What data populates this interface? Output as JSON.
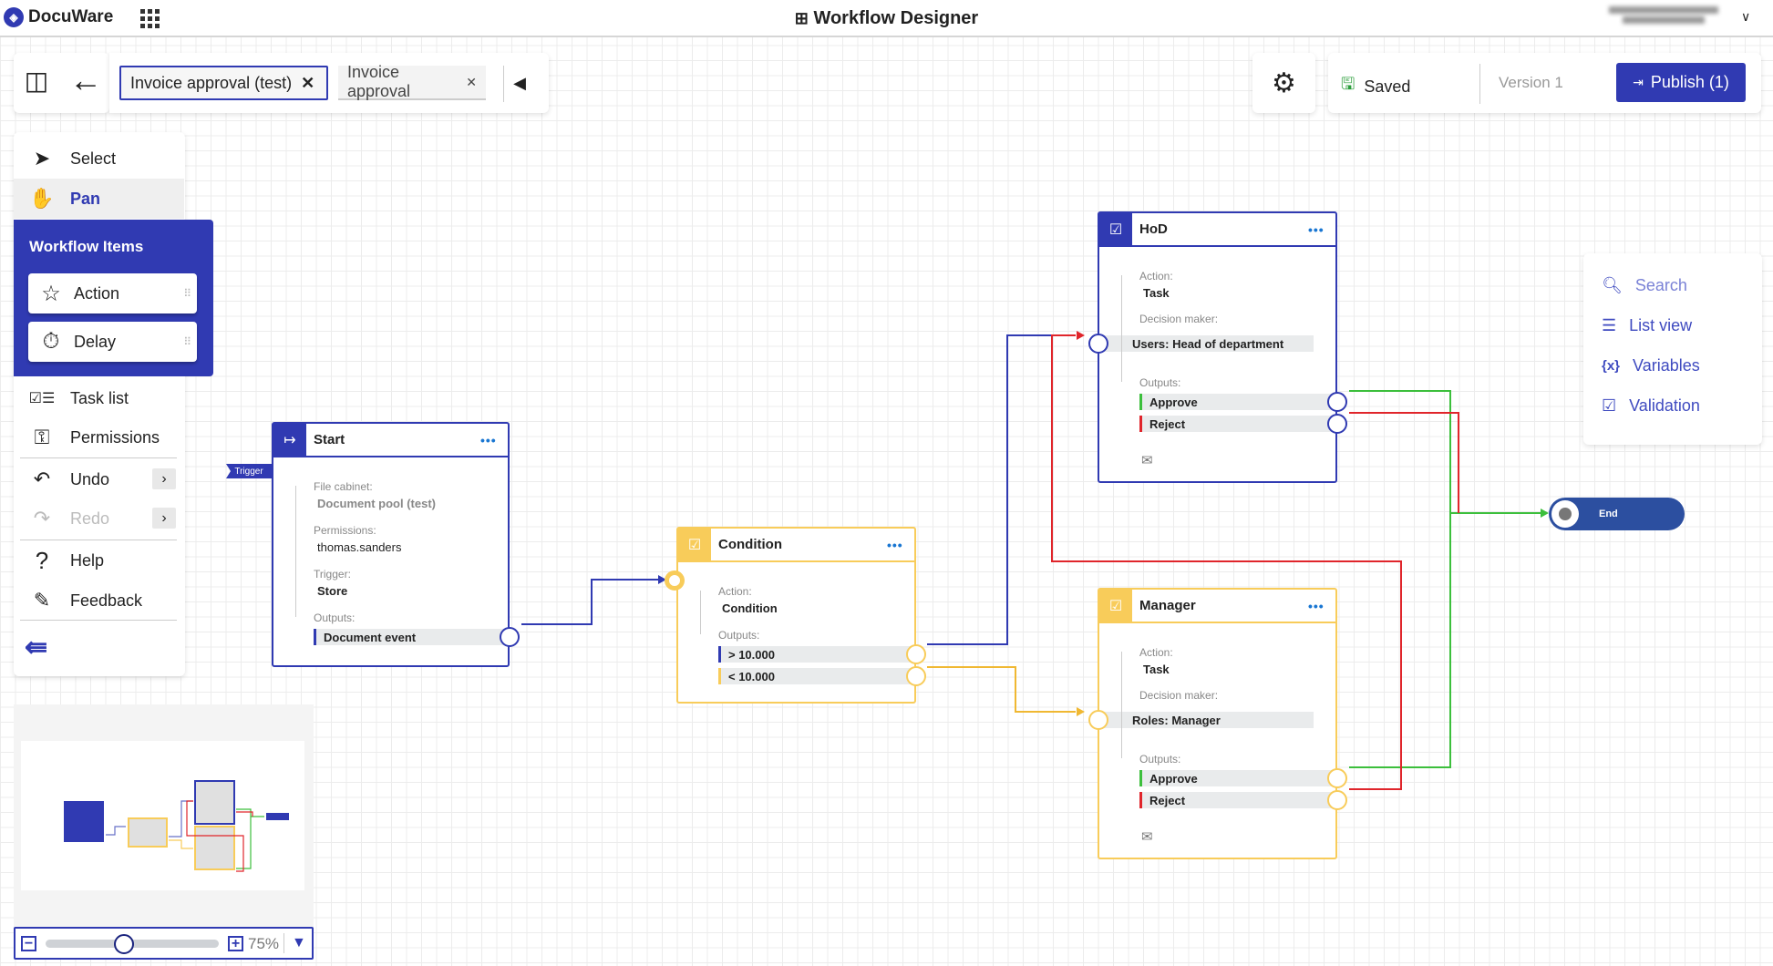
{
  "header": {
    "brand": "DocuWare",
    "title": "Workflow Designer"
  },
  "toolbar": {
    "tabs": [
      {
        "label": "Invoice approval (test)",
        "active": true
      },
      {
        "label": "Invoice approval",
        "active": false
      }
    ],
    "saved": "Saved",
    "version": "Version 1",
    "publish": "Publish (1)"
  },
  "left_menu": {
    "select": "Select",
    "pan": "Pan",
    "workflow_items_title": "Workflow Items",
    "workflow_items": [
      "Action",
      "Delay"
    ],
    "task_list": "Task list",
    "permissions": "Permissions",
    "undo": "Undo",
    "redo": "Redo",
    "help": "Help",
    "feedback": "Feedback"
  },
  "right_panel": {
    "items": [
      {
        "label": "Search",
        "icon": "search-icon"
      },
      {
        "label": "List view",
        "icon": "list-icon"
      },
      {
        "label": "Variables",
        "icon": "variables-icon"
      },
      {
        "label": "Validation",
        "icon": "validation-icon"
      }
    ]
  },
  "zoom": {
    "value": "75%",
    "level": 0.45
  },
  "colors": {
    "primary": "#303ab2",
    "condition": "#f8cc5a",
    "approve": "#3cbf3c",
    "reject": "#e0252b",
    "end": "#2c4fa0"
  },
  "trigger_tag": "Trigger",
  "end_node": "End",
  "nodes": {
    "start": {
      "title": "Start",
      "fields": [
        {
          "label": "File cabinet:",
          "value": "Document pool (test)"
        },
        {
          "label": "Permissions:",
          "value": "thomas.sanders"
        },
        {
          "label": "Trigger:",
          "value": "Store"
        }
      ],
      "outputs_label": "Outputs:",
      "outputs": [
        "Document event"
      ]
    },
    "condition": {
      "title": "Condition",
      "fields": [
        {
          "label": "Action:",
          "value": "Condition"
        }
      ],
      "outputs_label": "Outputs:",
      "outputs": [
        "> 10.000",
        "< 10.000"
      ]
    },
    "hod": {
      "title": "HoD",
      "fields": [
        {
          "label": "Action:",
          "value": "Task"
        }
      ],
      "decision_label": "Decision maker:",
      "decision": "Users: Head of department",
      "outputs_label": "Outputs:",
      "outputs": [
        "Approve",
        "Reject"
      ]
    },
    "manager": {
      "title": "Manager",
      "fields": [
        {
          "label": "Action:",
          "value": "Task"
        }
      ],
      "decision_label": "Decision maker:",
      "decision": "Roles: Manager",
      "outputs_label": "Outputs:",
      "outputs": [
        "Approve",
        "Reject"
      ]
    }
  }
}
